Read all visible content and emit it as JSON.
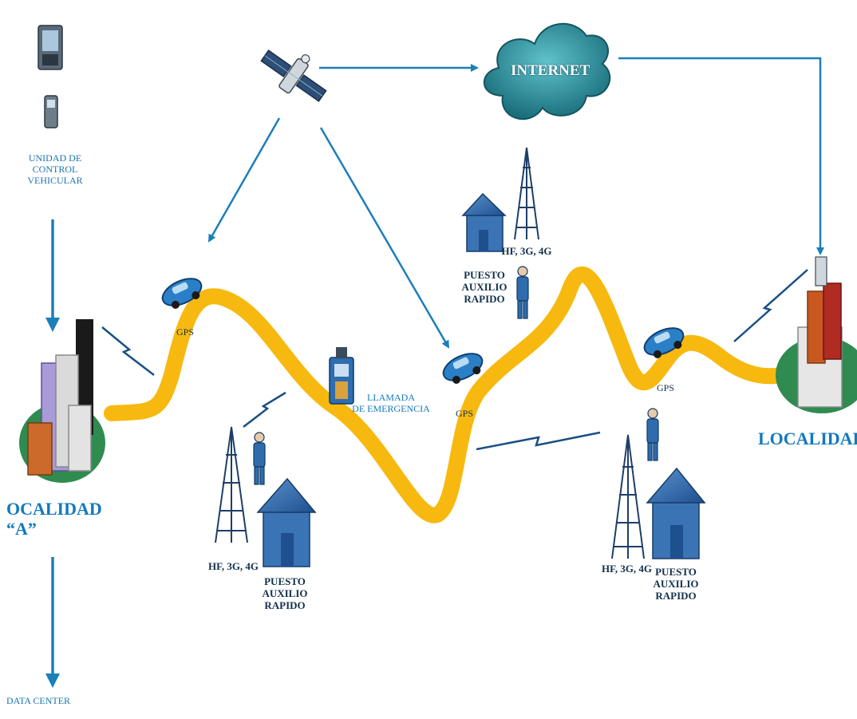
{
  "vehicle_unit": {
    "line1": "UNIDAD DE",
    "line2": "CONTROL",
    "line3": "VEHICULAR"
  },
  "internet_label": "INTERNET",
  "locality_a": "OCALIDAD “A”",
  "locality_b": "LOCALIDAD “",
  "data_center": "DATA CENTER",
  "gps": "GPS",
  "emergency": {
    "line1": "LLAMADA",
    "line2": "DE EMERGENCIA"
  },
  "radio_left": "HF, 3G, 4G",
  "radio_top": "HF, 3G, 4G",
  "radio_right": "HF, 3G, 4G",
  "post": {
    "line1": "PUESTO",
    "line2": "AUXILIO",
    "line3": "RAPIDO"
  },
  "colors": {
    "road": "#f7b90f",
    "arrow": "#1b7fb8",
    "cloud": "#2a8c9a",
    "label": "#1a74b0",
    "house": "#3a74b5",
    "ground": "#2f8b50"
  }
}
